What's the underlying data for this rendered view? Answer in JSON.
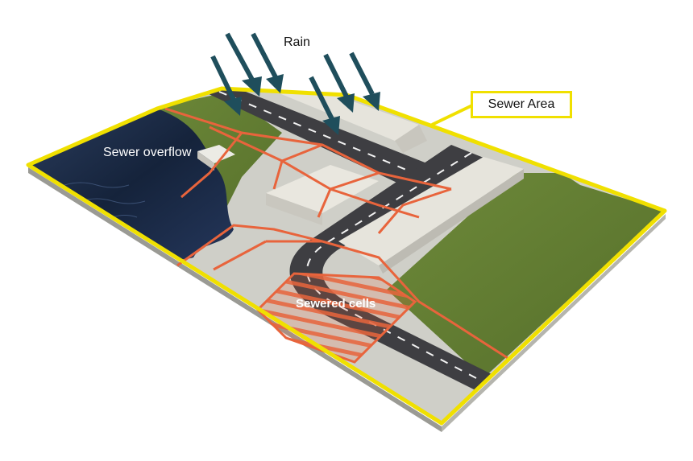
{
  "labels": {
    "rain": "Rain",
    "sewer_overflow": "Sewer overflow",
    "sewer_area": "Sewer Area",
    "sewered_cells": "Sewered cells"
  },
  "colors": {
    "boundary": "#f0e000",
    "grid": "#e8643c",
    "arrows": "#1f4e5c",
    "water": "#1a2a44",
    "grass": "#5f7a2e",
    "road": "#3e3e42",
    "pavement": "#cfcfc8",
    "buildings": "#e6e4dc"
  },
  "icons": [
    "rain-arrow-icon"
  ]
}
